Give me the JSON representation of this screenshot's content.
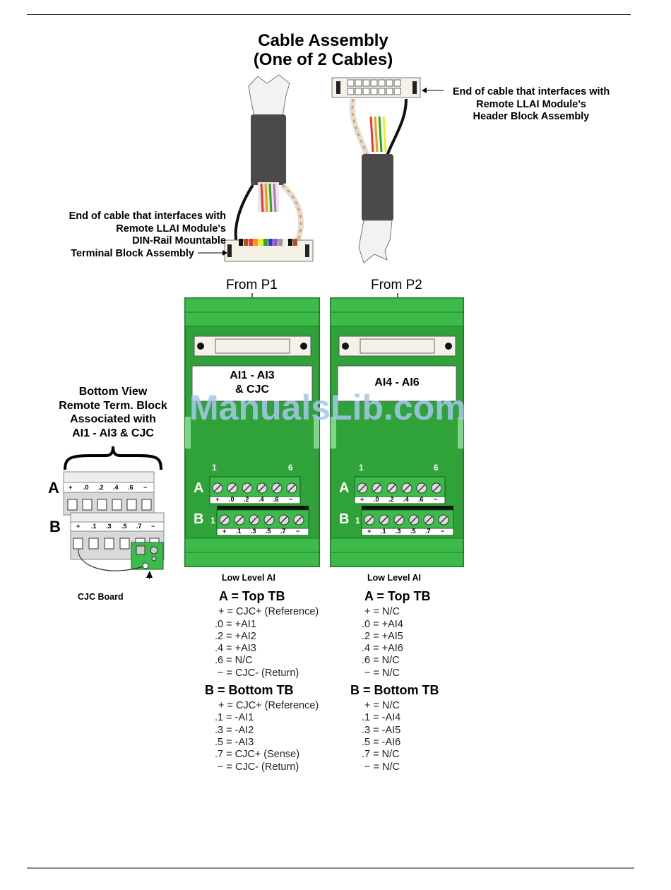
{
  "title_line1": "Cable Assembly",
  "title_line2": "(One of 2 Cables)",
  "callout_left": [
    "End of cable that interfaces with",
    "Remote LLAI Module's",
    "DIN-Rail Mountable",
    "Terminal Block Assembly"
  ],
  "callout_right": [
    "End of cable that interfaces with",
    "Remote LLAI Module's",
    "Header Block Assembly"
  ],
  "from_p1": "From P1",
  "from_p2": "From P2",
  "bottom_view": [
    "Bottom View",
    "Remote Term. Block",
    "Associated with",
    "AI1 - AI3 & CJC"
  ],
  "bottom_view_terminals_a": [
    "+",
    ".0",
    ".2",
    ".4",
    ".6",
    "−"
  ],
  "bottom_view_terminals_b": [
    "+",
    ".1",
    ".3",
    ".5",
    ".7",
    "−"
  ],
  "row_a": "A",
  "row_b": "B",
  "cjc_board": "CJC Board",
  "tb1": {
    "label_line1": "AI1 - AI3",
    "label_line2": "& CJC",
    "num_left": "1",
    "num_right": "6",
    "row_b_num": "1"
  },
  "tb2": {
    "label_line1": "AI4 - AI6",
    "num_left": "1",
    "num_right": "6",
    "row_b_num": "1"
  },
  "terminals_a": [
    "+",
    ".0",
    ".2",
    ".4",
    ".6",
    "−"
  ],
  "terminals_b": [
    "+",
    ".1",
    ".3",
    ".5",
    ".7",
    "−"
  ],
  "watermark": "ManualsLib.com",
  "legend1": {
    "subtitle": "Low Level AI",
    "top_heading": "A = Top TB",
    "top_rows": [
      "+ = CJC+ (Reference)",
      ".0 = +AI1",
      ".2 = +AI2",
      ".4 = +AI3",
      ".6 = N/C",
      "− = CJC- (Return)"
    ],
    "bottom_heading": "B = Bottom TB",
    "bottom_rows": [
      "+ = CJC+ (Reference)",
      ".1 = -AI1",
      ".3 = -AI2",
      ".5 = -AI3",
      ".7 = CJC+ (Sense)",
      "− = CJC- (Return)"
    ]
  },
  "legend2": {
    "subtitle": "Low Level AI",
    "top_heading": "A = Top TB",
    "top_rows": [
      "+ = N/C",
      ".0 = +AI4",
      ".2 = +AI5",
      ".4 = +AI6",
      ".6 = N/C",
      "− = N/C"
    ],
    "bottom_heading": "B = Bottom TB",
    "bottom_rows": [
      "+ = N/C",
      ".1 = -AI4",
      ".3 = -AI5",
      ".5 = -AI6",
      ".7 = N/C",
      "− = N/C"
    ]
  },
  "colors": {
    "board_green": "#2fa33a",
    "board_dark": "#1e7a27",
    "terminal_green": "#3dbb4a",
    "cable_gray": "#555555",
    "watermark": "#a9c6ee"
  }
}
